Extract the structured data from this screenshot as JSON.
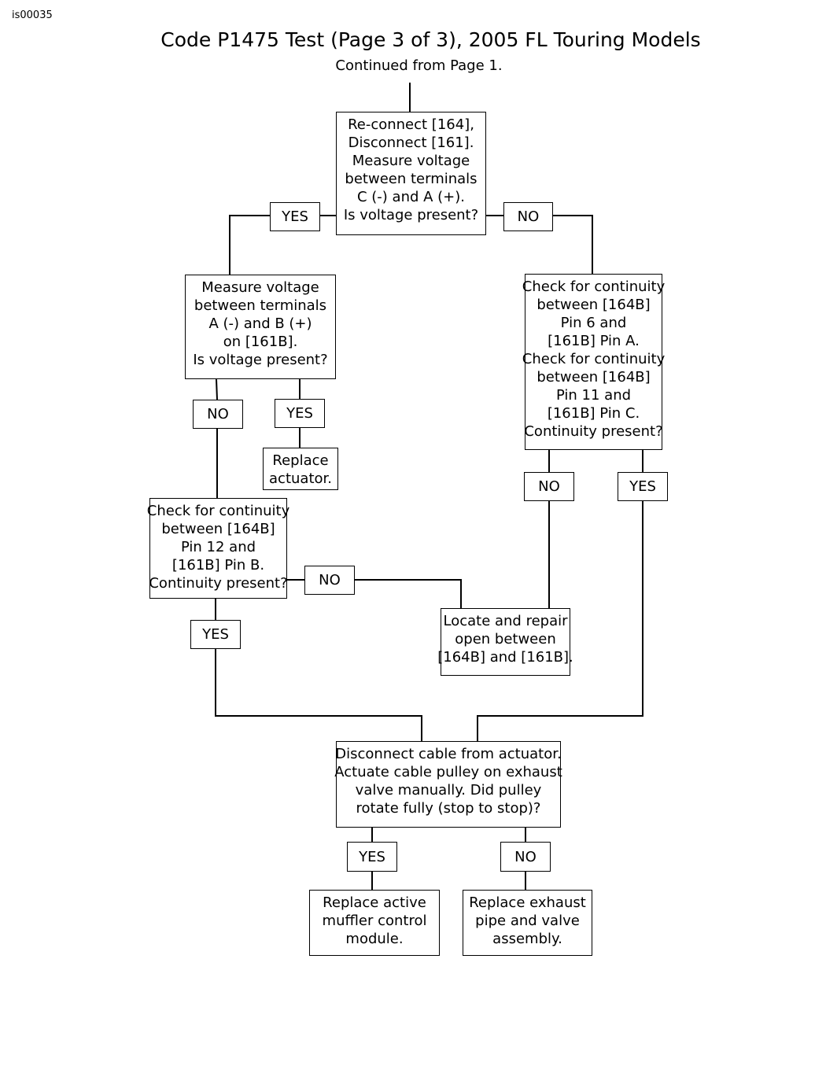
{
  "figure_id": "is00035",
  "title": "Code P1475 Test (Page 3 of 3), 2005 FL Touring Models",
  "subtitle": "Continued from Page 1.",
  "nodes": {
    "step1": "Re-connect [164],\nDisconnect [161].\nMeasure voltage\nbetween terminals\nC (-) and A (+).\nIs voltage present?",
    "step2": "Measure voltage\nbetween terminals\nA (-) and B (+)\non [161B].\nIs voltage present?",
    "step3": "Check for continuity\nbetween [164B]\nPin 6 and\n[161B] Pin A.\nCheck for continuity\nbetween [164B]\nPin 11 and\n[161B] Pin C.\nContinuity present?",
    "replace_actuator": "Replace\nactuator.",
    "step4": "Check for continuity\nbetween [164B]\nPin 12 and\n[161B] Pin B.\nContinuity present?",
    "locate_repair": "Locate and repair\nopen between\n[164B] and [161B].",
    "step5": "Disconnect cable from actuator.\nActuate cable pulley on exhaust\nvalve manually. Did pulley\nrotate fully (stop to stop)?",
    "replace_module": "Replace active\nmuffler control\nmodule.",
    "replace_pipe": "Replace exhaust\npipe and valve\nassembly."
  },
  "labels": {
    "yes": "YES",
    "no": "NO"
  }
}
